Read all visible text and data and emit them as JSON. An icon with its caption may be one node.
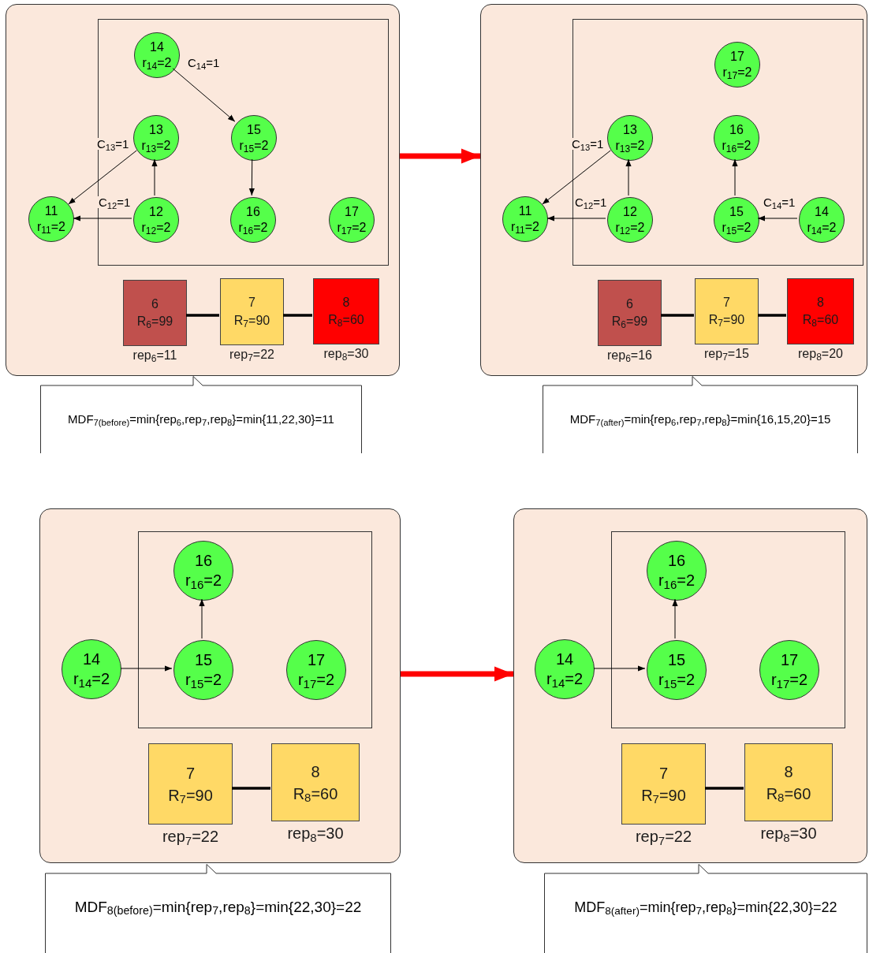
{
  "diagram": {
    "nodes": [
      {
        "text": [],
        "shape": "box"
      },
      {
        "text": [],
        "shape": "box",
        "in": 0
      },
      {
        "text": [
          "14",
          "r$_{14}$=2"
        ],
        "in": 1
      },
      {
        "text": [
          "13",
          "r$_{13}$=2"
        ],
        "in": 1
      },
      {
        "text": [
          "15",
          "r$_{15}$=2"
        ],
        "in": 1
      },
      {
        "text": [
          "11",
          "r$_{11}$=2"
        ],
        "in": 0
      },
      {
        "text": [
          "12",
          "r$_{12}$=2"
        ],
        "in": 1
      },
      {
        "text": [
          "16",
          "r$_{16}$=2"
        ],
        "in": 1
      },
      {
        "text": [
          "17",
          "r$_{17}$=2"
        ],
        "in": 1
      },
      {
        "text": [
          "6",
          "R$_{6}$=99"
        ],
        "in": 0,
        "beside": [
          "rep$_{6}$=11"
        ]
      },
      {
        "text": [
          "7",
          "R$_{7}$=90"
        ],
        "in": 0,
        "beside": [
          "rep$_{7}$=22"
        ]
      },
      {
        "text": [
          "8",
          "R$_{8}$=60"
        ],
        "in": 0,
        "beside": [
          "rep$_{8}$=30"
        ]
      },
      {
        "text": [
          "MDF$_{7(before)}$=min{rep$_{6}$,rep$_{7}$,rep$_{8}$}=min{11,22,30}=11"
        ]
      },
      {
        "text": [],
        "shape": "box"
      },
      {
        "text": [],
        "shape": "box",
        "in": 13
      },
      {
        "text": [
          "17",
          "r$_{17}$=2"
        ],
        "in": 14
      },
      {
        "text": [
          "13",
          "r$_{13}$=2"
        ],
        "in": 14
      },
      {
        "text": [
          "16",
          "r$_{16}$=2"
        ],
        "in": 14
      },
      {
        "text": [
          "11",
          "r$_{11}$=2"
        ],
        "in": 13
      },
      {
        "text": [
          "12",
          "r$_{12}$=2"
        ],
        "in": 14
      },
      {
        "text": [
          "15",
          "r$_{15}$=2"
        ],
        "in": 14
      },
      {
        "text": [
          "14",
          "r$_{14}$=2"
        ],
        "in": 14
      },
      {
        "text": [
          "6",
          "R$_{6}$=99"
        ],
        "in": 13,
        "beside": [
          "rep$_{6}$=16"
        ]
      },
      {
        "text": [
          "7",
          "R$_{7}$=90"
        ],
        "in": 13,
        "beside": [
          "rep$_{7}$=15"
        ]
      },
      {
        "text": [
          "8",
          "R$_{8}$=60"
        ],
        "in": 13,
        "beside": [
          "rep$_{8}$=20"
        ]
      },
      {
        "text": [
          "MDF$_{7(after)}$=min{rep$_{6}$,rep$_{7}$,rep$_{8}$}=min{16,15,20}=15"
        ]
      },
      {
        "text": [],
        "shape": "box"
      },
      {
        "text": [],
        "shape": "box",
        "in": 26
      },
      {
        "text": [
          "16",
          "r$_{16}$=2"
        ],
        "in": 27
      },
      {
        "text": [
          "14",
          "r$_{14}$=2"
        ],
        "in": 26
      },
      {
        "text": [
          "15",
          "r$_{15}$=2"
        ],
        "in": 27
      },
      {
        "text": [
          "17",
          "r$_{17}$=2"
        ],
        "in": 27
      },
      {
        "text": [
          "7",
          "R$_{7}$=90"
        ],
        "in": 26,
        "beside": [
          "rep$_{7}$=22"
        ]
      },
      {
        "text": [
          "8",
          "R$_{8}$=60"
        ],
        "in": 26,
        "beside": [
          "rep$_{8}$=30"
        ]
      },
      {
        "text": [
          "MDF$_{8(before)}$=min{rep$_{7}$,rep$_{8}$}=min{22,30}=22"
        ]
      },
      {
        "text": [],
        "shape": "box"
      },
      {
        "text": [],
        "shape": "box",
        "in": 35
      },
      {
        "text": [
          "16",
          "r$_{16}$=2"
        ],
        "in": 36
      },
      {
        "text": [
          "14",
          "r$_{14}$=2"
        ],
        "in": 35
      },
      {
        "text": [
          "15",
          "r$_{15}$=2"
        ],
        "in": 36
      },
      {
        "text": [
          "17",
          "r$_{17}$=2"
        ],
        "in": 36
      },
      {
        "text": [
          "7",
          "R$_{7}$=90"
        ],
        "in": 35,
        "beside": [
          "rep$_{7}$=22"
        ]
      },
      {
        "text": [
          "8",
          "R$_{8}$=60"
        ],
        "in": 35,
        "beside": [
          "rep$_{8}$=30"
        ]
      },
      {
        "text": [
          "MDF$_{8(after)}$=min{rep$_{7}$,rep$_{8}$}=min{22,30}=22"
        ]
      }
    ],
    "edges": [
      {
        "from": 2,
        "to": 4,
        "arrow": "to",
        "label": "C$_{14}$=1"
      },
      {
        "from": 3,
        "to": 5,
        "arrow": "to",
        "label": "C$_{13}$=1"
      },
      {
        "from": 6,
        "to": 3,
        "arrow": "to"
      },
      {
        "from": 6,
        "to": 5,
        "arrow": "to",
        "label": "C$_{12}$=1"
      },
      {
        "from": 4,
        "to": 7,
        "arrow": "to"
      },
      {
        "from": 9,
        "to": 10,
        "arrow": "none",
        "style": "thick"
      },
      {
        "from": 10,
        "to": 11,
        "arrow": "none",
        "style": "thick"
      },
      {
        "from": 0,
        "to": 13,
        "arrow": "to",
        "style": "thick",
        "color": "#ff0000"
      },
      {
        "from": 16,
        "to": 18,
        "arrow": "to",
        "label": "C$_{13}$=1"
      },
      {
        "from": 19,
        "to": 16,
        "arrow": "to"
      },
      {
        "from": 19,
        "to": 18,
        "arrow": "to",
        "label": "C$_{12}$=1"
      },
      {
        "from": 21,
        "to": 20,
        "arrow": "to",
        "label": "C$_{14}$=1"
      },
      {
        "from": 20,
        "to": 17,
        "arrow": "to"
      },
      {
        "from": 22,
        "to": 23,
        "arrow": "none",
        "style": "thick"
      },
      {
        "from": 23,
        "to": 24,
        "arrow": "none",
        "style": "thick"
      },
      {
        "from": 29,
        "to": 30,
        "arrow": "to"
      },
      {
        "from": 30,
        "to": 28,
        "arrow": "to"
      },
      {
        "from": 32,
        "to": 33,
        "arrow": "none",
        "style": "thick"
      },
      {
        "from": 26,
        "to": 35,
        "arrow": "to",
        "style": "thick",
        "color": "#ff0000"
      },
      {
        "from": 38,
        "to": 39,
        "arrow": "to"
      },
      {
        "from": 39,
        "to": 37,
        "arrow": "to"
      },
      {
        "from": 41,
        "to": 42,
        "arrow": "none",
        "style": "thick"
      }
    ]
  }
}
